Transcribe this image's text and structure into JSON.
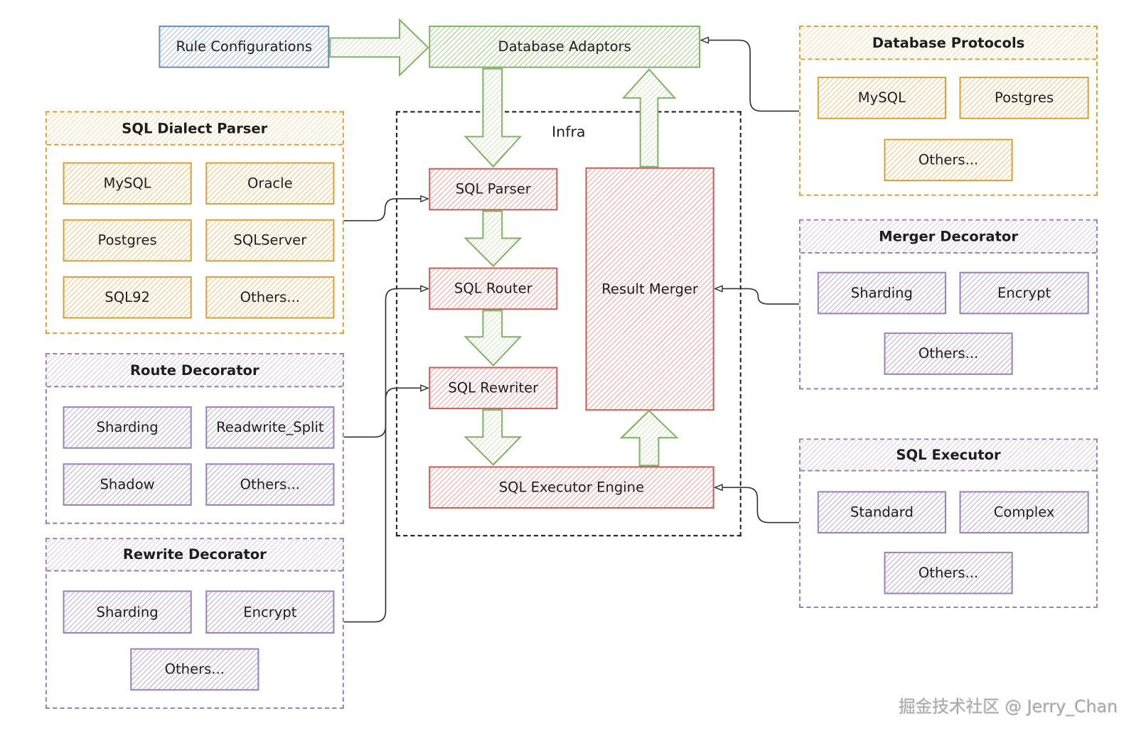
{
  "colors": {
    "orange_border": "#d6a23c",
    "orange_hatch": "#f3d6a4",
    "green_border": "#82b366",
    "green_hatch": "#bcdaa9",
    "red_border": "#c4605a",
    "red_hatch": "#f2bcb9",
    "purple_border": "#9a82b8",
    "purple_hatch": "#cfc2dd",
    "blue_border": "#6c8ebf",
    "blue_hatch": "#bccde6",
    "connector": "#333333"
  },
  "top": {
    "rule_configurations": "Rule Configurations",
    "database_adaptors": "Database Adaptors"
  },
  "infra": {
    "label": "Infra",
    "sql_parser": "SQL Parser",
    "sql_router": "SQL Router",
    "sql_rewriter": "SQL Rewriter",
    "sql_executor_engine": "SQL Executor Engine",
    "result_merger": "Result Merger"
  },
  "panels": {
    "sql_dialect_parser": {
      "title": "SQL Dialect Parser",
      "items": [
        "MySQL",
        "Oracle",
        "Postgres",
        "SQLServer",
        "SQL92",
        "Others..."
      ]
    },
    "route_decorator": {
      "title": "Route Decorator",
      "items": [
        "Sharding",
        "Readwrite_Split",
        "Shadow",
        "Others..."
      ]
    },
    "rewrite_decorator": {
      "title": "Rewrite Decorator",
      "items": [
        "Sharding",
        "Encrypt",
        "Others..."
      ]
    },
    "database_protocols": {
      "title": "Database Protocols",
      "items": [
        "MySQL",
        "Postgres",
        "Others..."
      ]
    },
    "merger_decorator": {
      "title": "Merger Decorator",
      "items": [
        "Sharding",
        "Encrypt",
        "Others..."
      ]
    },
    "sql_executor": {
      "title": "SQL Executor",
      "items": [
        "Standard",
        "Complex",
        "Others..."
      ]
    }
  },
  "edges": [
    {
      "from": "Rule Configurations",
      "to": "Database Adaptors",
      "style": "block-arrow"
    },
    {
      "from": "Database Adaptors",
      "to": "SQL Parser",
      "style": "block-arrow"
    },
    {
      "from": "SQL Parser",
      "to": "SQL Router",
      "style": "block-arrow"
    },
    {
      "from": "SQL Router",
      "to": "SQL Rewriter",
      "style": "block-arrow"
    },
    {
      "from": "SQL Rewriter",
      "to": "SQL Executor Engine",
      "style": "block-arrow"
    },
    {
      "from": "SQL Executor Engine",
      "to": "Result Merger",
      "style": "block-arrow"
    },
    {
      "from": "Result Merger",
      "to": "Database Adaptors",
      "style": "block-arrow"
    },
    {
      "from": "SQL Dialect Parser",
      "to": "SQL Parser",
      "style": "connector"
    },
    {
      "from": "Route Decorator",
      "to": "SQL Router",
      "style": "connector"
    },
    {
      "from": "Rewrite Decorator",
      "to": "SQL Rewriter",
      "style": "connector"
    },
    {
      "from": "Database Protocols",
      "to": "Database Adaptors",
      "style": "connector"
    },
    {
      "from": "Merger Decorator",
      "to": "Result Merger",
      "style": "connector"
    },
    {
      "from": "SQL Executor",
      "to": "SQL Executor Engine",
      "style": "connector"
    }
  ],
  "watermark": "掘金技术社区 @ Jerry_Chan"
}
